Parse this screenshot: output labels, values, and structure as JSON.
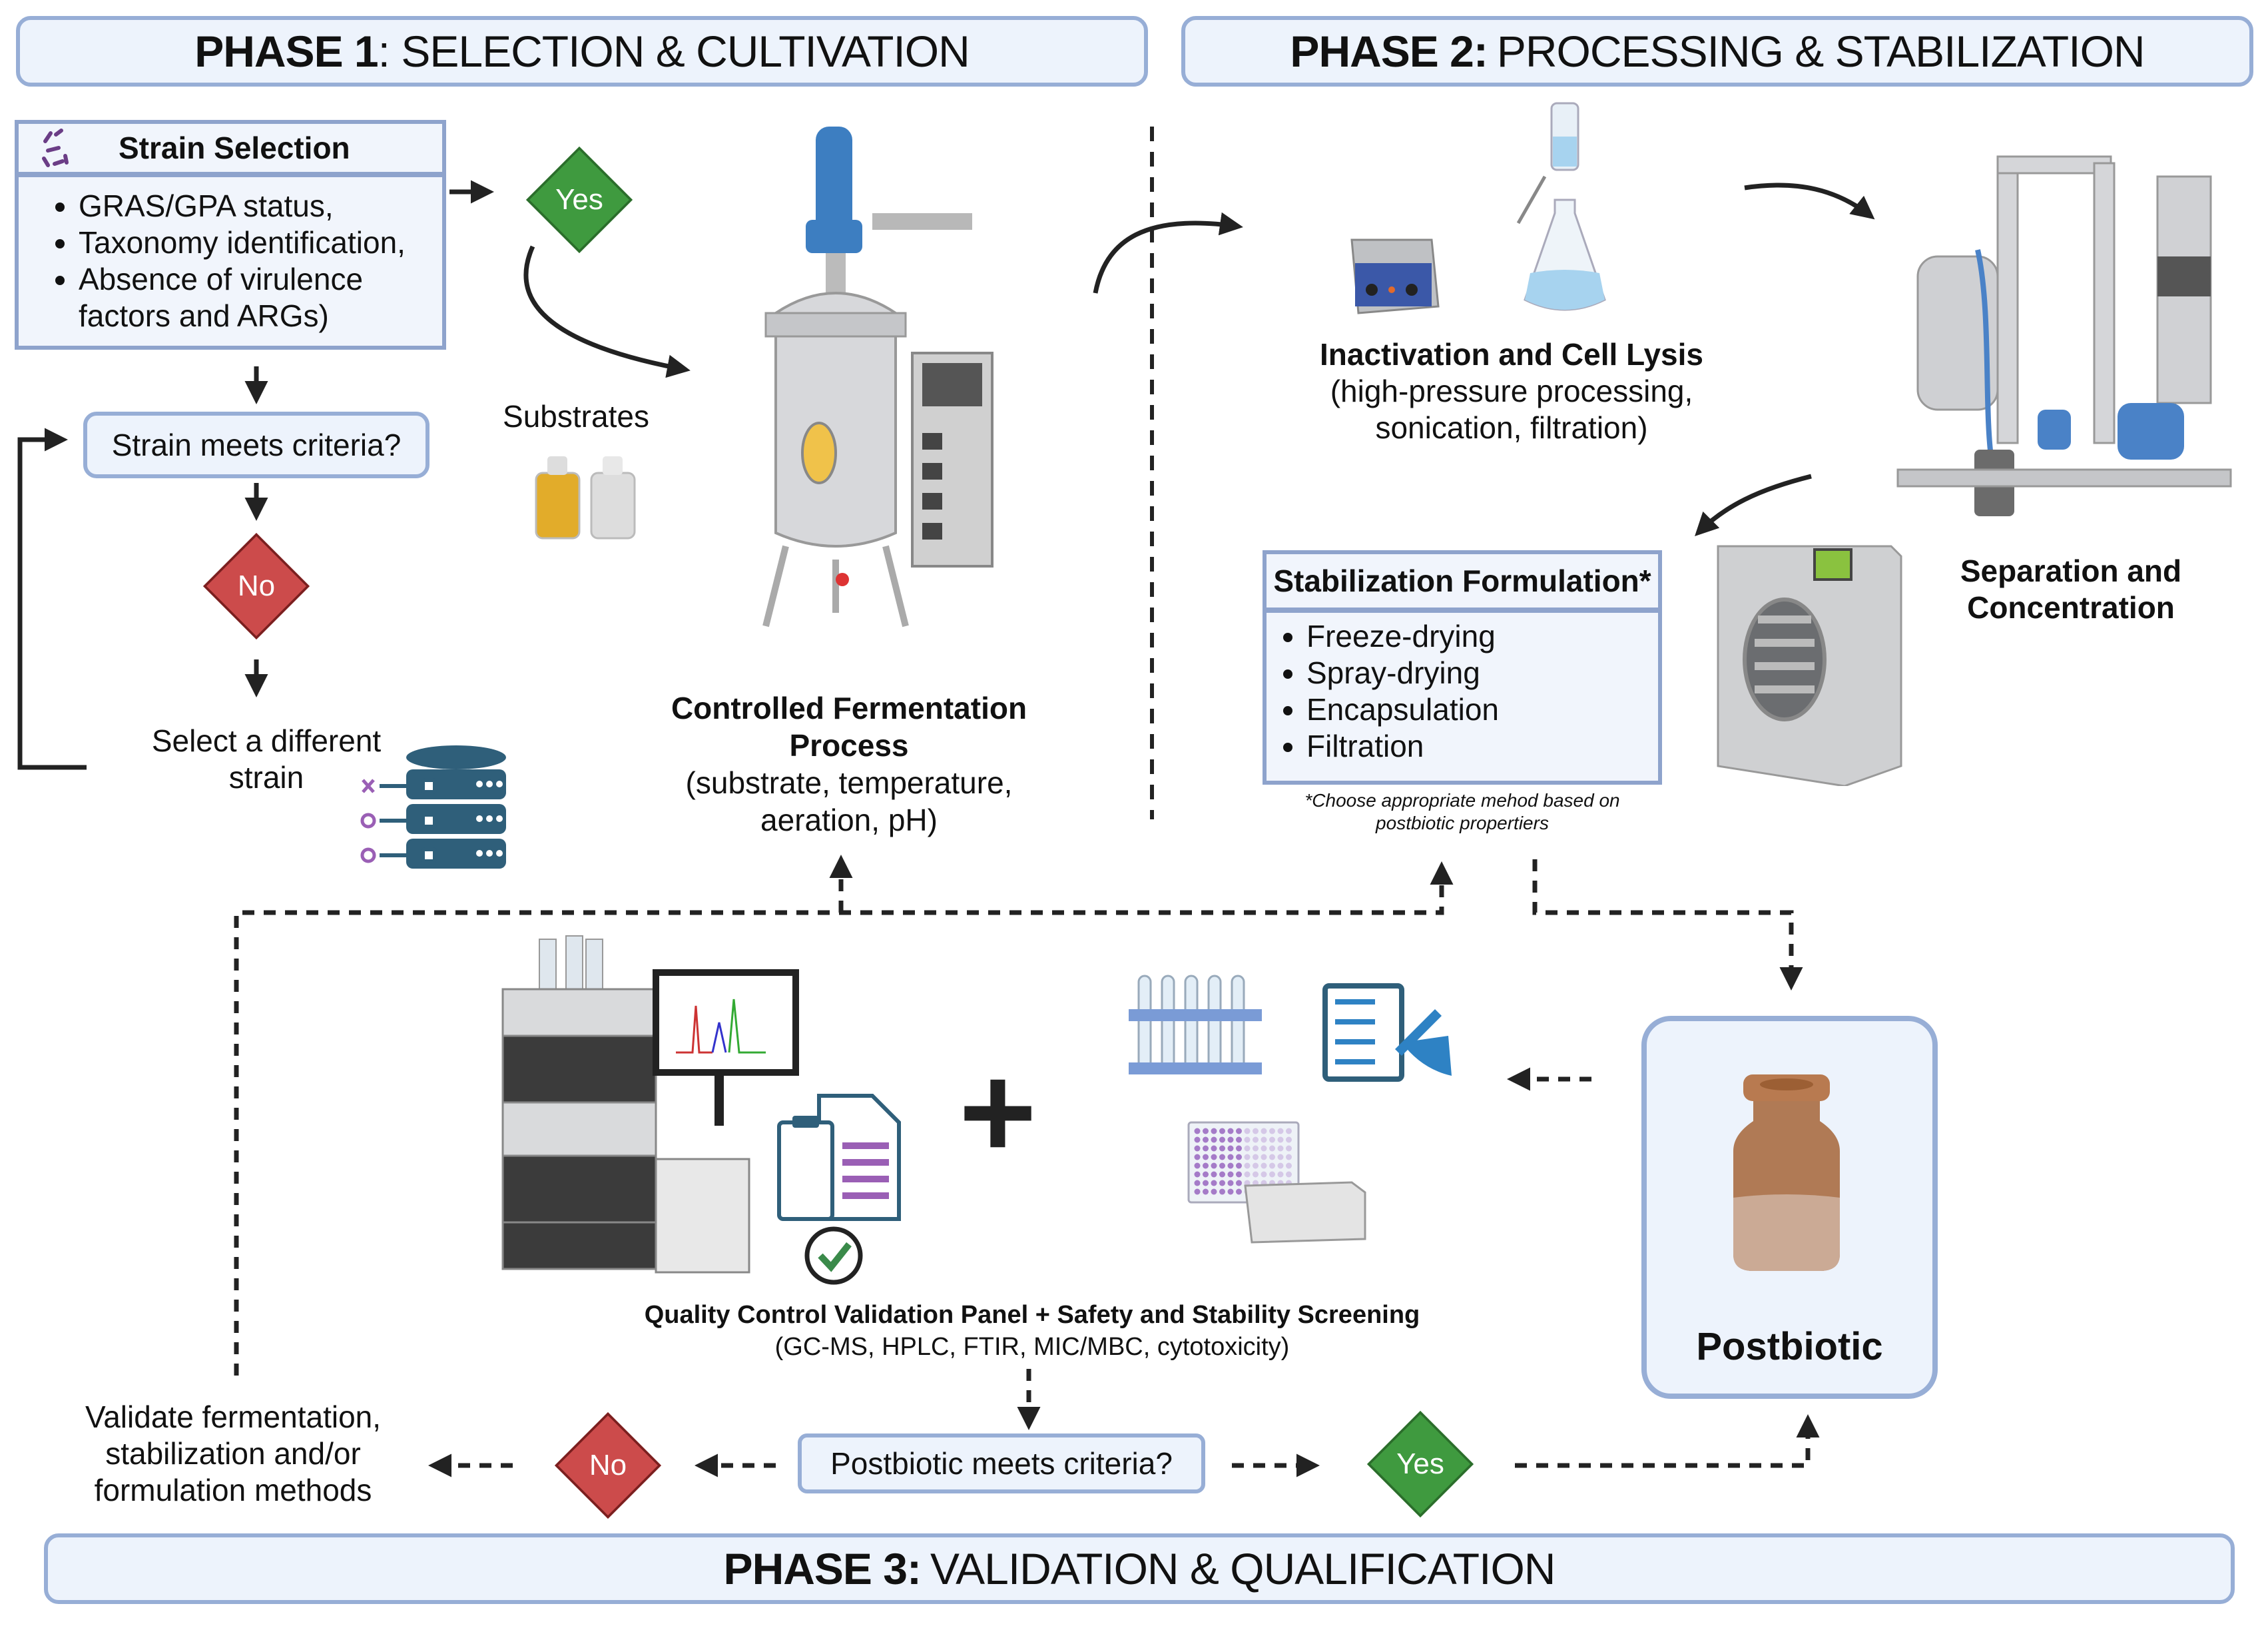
{
  "phases": {
    "p1": {
      "bold": "PHASE 1",
      "rest": ": SELECTION & CULTIVATION"
    },
    "p2": {
      "bold": "PHASE 2:",
      "rest": "PROCESSING & STABILIZATION"
    },
    "p3": {
      "bold": "PHASE 3:",
      "rest": "VALIDATION & QUALIFICATION"
    }
  },
  "strain_selection": {
    "title": "Strain Selection",
    "items": [
      "GRAS/GPA status,",
      "Taxonomy identification,",
      "Absence of virulence factors and ARGs)"
    ]
  },
  "decisions": {
    "yes": "Yes",
    "no": "No",
    "strain_question": "Strain meets criteria?",
    "postbiotic_question": "Postbiotic meets criteria?"
  },
  "select_different": {
    "line1": "Select a different",
    "line2": "strain"
  },
  "substrates": "Substrates",
  "fermentation": {
    "title1": "Controlled Fermentation",
    "title2": "Process",
    "detail1": "(substrate, temperature,",
    "detail2": "aeration, pH)"
  },
  "inactivation": {
    "title": "Inactivation and Cell Lysis",
    "detail1": "(high-pressure processing,",
    "detail2": "sonication, filtration)"
  },
  "separation": {
    "line1": "Separation and",
    "line2": "Concentration"
  },
  "stabilization": {
    "title": "Stabilization Formulation*",
    "items": [
      "Freeze-drying",
      "Spray-drying",
      "Encapsulation",
      "Filtration"
    ],
    "footnote1": "*Choose appropriate mehod based on",
    "footnote2": "postbiotic propertiers"
  },
  "qc": {
    "title": "Quality Control Validation Panel + Safety and Stability Screening",
    "detail": "(GC-MS, HPLC, FTIR, MIC/MBC, cytotoxicity)",
    "plus": "+"
  },
  "validate": {
    "line1": "Validate fermentation,",
    "line2": "stabilization and/or",
    "line3": "formulation methods"
  },
  "postbiotic": "Postbiotic",
  "colors": {
    "yes_green": "#3f9a3f",
    "no_red": "#cc4b4b",
    "box_border": "#8ea3cc",
    "box_fill": "#edf3fc",
    "db_teal": "#2f5f7a",
    "purple": "#9a5fb5"
  }
}
